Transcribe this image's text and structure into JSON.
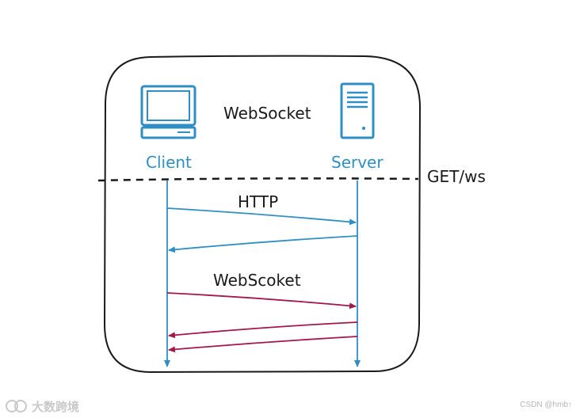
{
  "diagram": {
    "title": "WebSocket",
    "client_label": "Client",
    "server_label": "Server",
    "request_label": "GET/ws",
    "http_label": "HTTP",
    "ws_label": "WebScoket"
  },
  "colors": {
    "blue": "#2f8fc4",
    "crimson": "#a3174a",
    "ink": "#1a1a1a"
  },
  "icons": {
    "client": "monitor-icon",
    "server": "server-tower-icon"
  },
  "watermark": {
    "left_text": "大数跨境",
    "right_text": "CSDN @hmb↑"
  }
}
